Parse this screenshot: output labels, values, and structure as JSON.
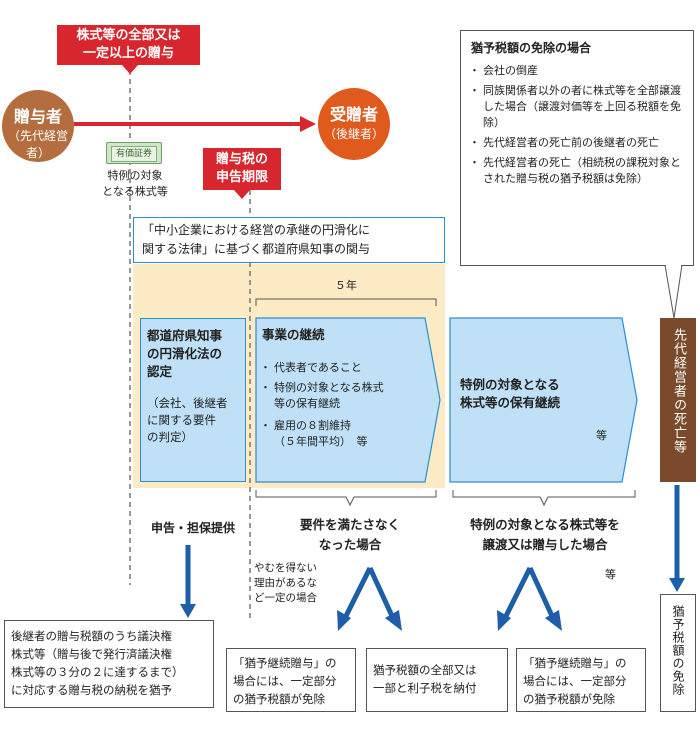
{
  "gift_scope_tag": "株式等の全部又は\n一定以上の贈与",
  "donor": {
    "title": "贈与者",
    "subtitle": "（先代経営者）"
  },
  "donee": {
    "title": "受贈者",
    "subtitle": "（後継者）"
  },
  "stock_certificate_label": "有価証券",
  "special_stock_caption": "特例の対象\nとなる株式等",
  "filing_period_tag": "贈与税の\n申告期限",
  "prefectural_involvement": "「中小企業における経営の承継の円滑化に\n関する法律」に基づく都道府県知事の関与",
  "five_years_label": "５年",
  "certification_box": "都道府県知事\nの円滑化法の\n認定",
  "certification_note": "（会社、後継者\nに関する要件\nの判定）",
  "business_continuation": {
    "title": "事業の継続",
    "items": [
      "代表者であること",
      "特例の対象となる株式\n等の保有継続",
      "雇用の８割維持\n（５年間平均）　等"
    ]
  },
  "holding_continuation": {
    "title": "特例の対象となる\n株式等の保有継続",
    "suffix": "等"
  },
  "predecessor_death_label": "先代経営者の死亡等",
  "exemption_box": {
    "title": "猶予税額の免除の場合",
    "items": [
      "会社の倒産",
      "同族関係者以外の者に株式等を全部譲渡した場合（譲渡対価等を上回る税額を免除）",
      "先代経営者の死亡前の後継者の死亡",
      "先代経営者の死亡（相続税の課税対象とされた贈与税の猶予税額は免除）"
    ]
  },
  "filing_collateral": "申告・担保提供",
  "requirements_not_met": "要件を満たさなく\nなった場合",
  "unavoidable_reason": "やむを得ない\n理由があるな\nど一定の場合",
  "transfer_or_gift": "特例の対象となる株式等を\n譲渡又は贈与した場合",
  "transfer_etc": "等",
  "deferral_result": "後継者の贈与税額のうち議決権\n株式等（贈与後で発行済議決権\n株式等の３分の２に達するまで）\nに対応する贈与税の納税を猶予",
  "partial_exemption_left": "「猶予継続贈与」の\n場合には、一定部分\nの猶予税額が免除",
  "pay_all_or_part": "猶予税額の全部又は\n一部と利子税を納付",
  "partial_exemption_right": "「猶予継続贈与」の\n場合には、一定部分\nの猶予税額が免除",
  "deferred_tax_exempted": "猶予税額の免除",
  "colors": {
    "red": "#d7262e",
    "brown": "#7a4a2a",
    "donor_circle": "#b46d3e",
    "donee_circle": "#e05a1e",
    "blue_fill": "#bfe0f6",
    "blue_border": "#2b8ed0",
    "dark_blue": "#1e5ea8",
    "beige": "#fcebc5",
    "gray_line": "#777777"
  }
}
